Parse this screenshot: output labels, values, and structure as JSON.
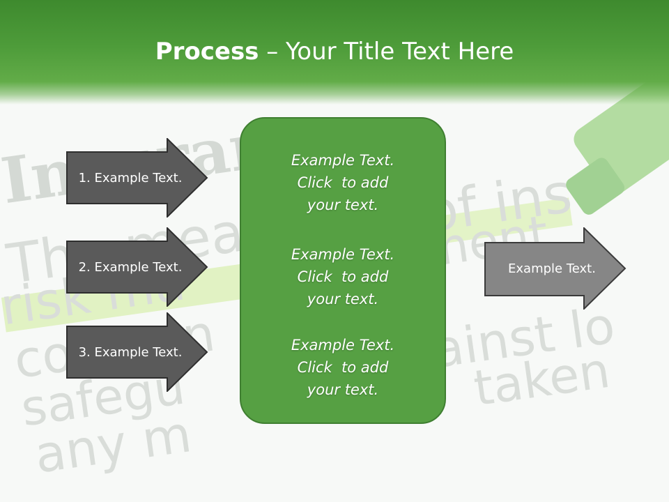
{
  "slide": {
    "title_bold": "Process",
    "title_rest": " – Your Title Text Here",
    "background_words": [
      "Insurance",
      "The mea",
      "of ins",
      "ement",
      "risk ma",
      "compen",
      "ainst lo",
      "safegu",
      "taken",
      "any m"
    ],
    "left_arrows": [
      {
        "label": "1. Example Text."
      },
      {
        "label": "2. Example Text."
      },
      {
        "label": "3. Example Text."
      }
    ],
    "center_paragraphs": [
      {
        "line1": "Example Text.",
        "line2": "Click  to add",
        "line3": "your text."
      },
      {
        "line1": "Example Text.",
        "line2": "Click  to add",
        "line3": "your text."
      },
      {
        "line1": "Example Text.",
        "line2": "Click  to add",
        "line3": "your text."
      }
    ],
    "right_arrow": {
      "label": "Example Text."
    }
  },
  "colors": {
    "header_green": "#4e9c3a",
    "box_green": "#56a043",
    "arrow_dark": "#5a5a5a",
    "arrow_light": "#868686",
    "highlight": "#c8e98a"
  },
  "icons": {
    "background_photo": "highlighter-marker-image"
  }
}
